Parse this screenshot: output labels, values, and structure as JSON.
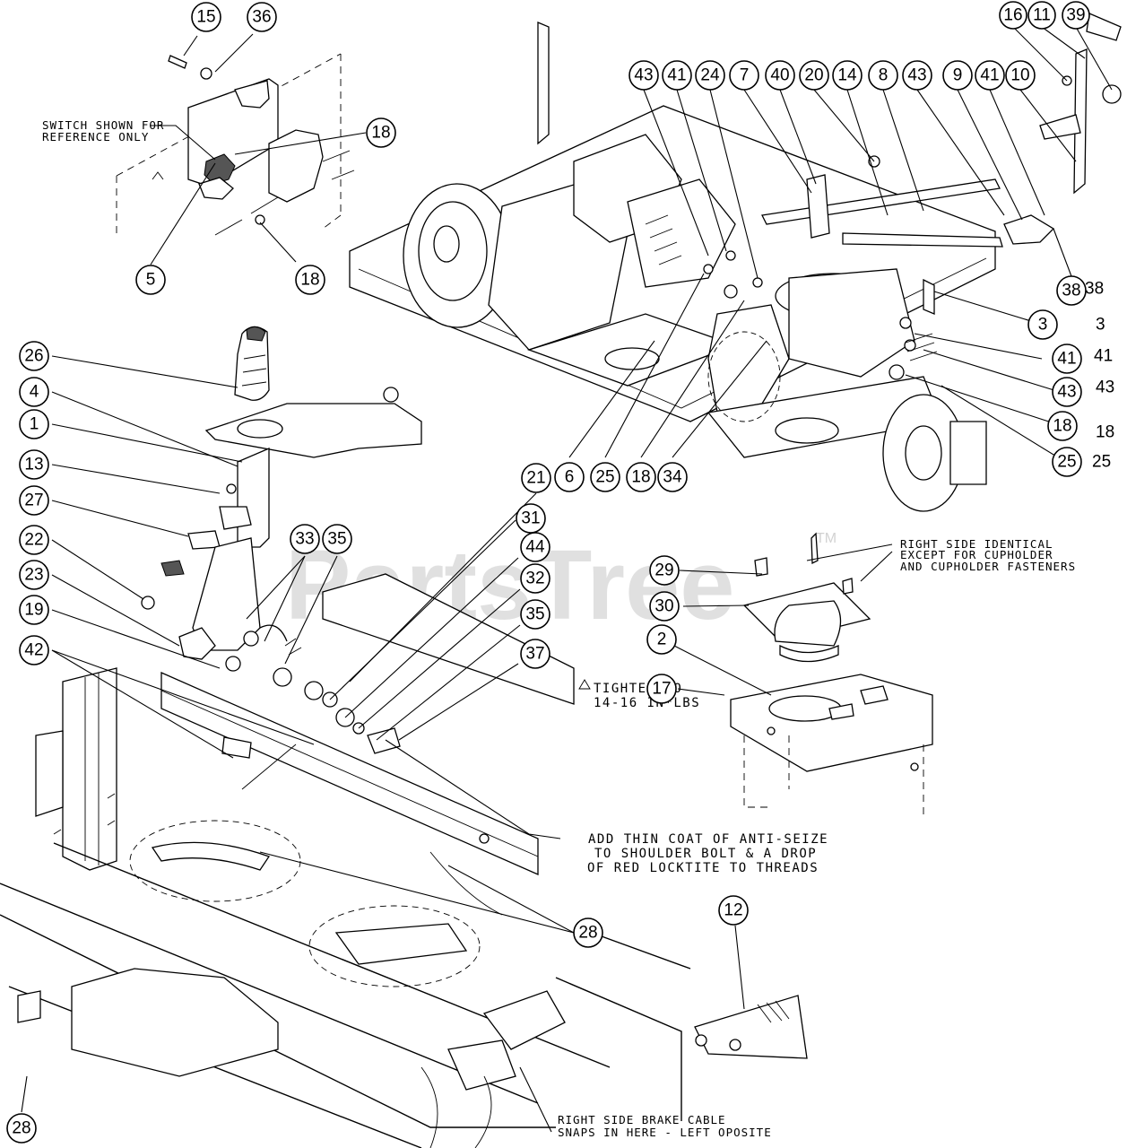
{
  "watermark": "PartsTree",
  "watermark_tm": "TM",
  "notes": {
    "switch_line1": "SWITCH SHOWN FOR",
    "switch_line2": "REFERENCE ONLY",
    "right_side_line1": "RIGHT SIDE IDENTICAL",
    "right_side_line2": "EXCEPT FOR CUPHOLDER",
    "right_side_line3": "AND CUPHOLDER FASTENERS",
    "torque_line1": "TIGHTEN TO",
    "torque_line2": "14-16 IN*LBS",
    "antiseize_line1": "ADD THIN COAT OF ANTI-SEIZE",
    "antiseize_line2": "TO SHOULDER BOLT & A DROP",
    "antiseize_line3": "OF RED LOCKTITE TO THREADS",
    "brake_line1": "RIGHT SIDE BRAKE CABLE",
    "brake_line2": "SNAPS IN HERE - LEFT OPOSITE"
  },
  "callouts": [
    {
      "id": "c15",
      "label": "15"
    },
    {
      "id": "c36",
      "label": "36"
    },
    {
      "id": "c18a",
      "label": "18"
    },
    {
      "id": "c5",
      "label": "5"
    },
    {
      "id": "c18b",
      "label": "18"
    },
    {
      "id": "c43a",
      "label": "43"
    },
    {
      "id": "c41a",
      "label": "41"
    },
    {
      "id": "c24",
      "label": "24"
    },
    {
      "id": "c7",
      "label": "7"
    },
    {
      "id": "c40",
      "label": "40"
    },
    {
      "id": "c20",
      "label": "20"
    },
    {
      "id": "c14",
      "label": "14"
    },
    {
      "id": "c8",
      "label": "8"
    },
    {
      "id": "c43b",
      "label": "43"
    },
    {
      "id": "c9",
      "label": "9"
    },
    {
      "id": "c41b",
      "label": "41"
    },
    {
      "id": "c10",
      "label": "10"
    },
    {
      "id": "c16",
      "label": "16"
    },
    {
      "id": "c11",
      "label": "11"
    },
    {
      "id": "c39",
      "label": "39"
    },
    {
      "id": "c38",
      "label": "38"
    },
    {
      "id": "c3",
      "label": "3"
    },
    {
      "id": "c41c",
      "label": "41"
    },
    {
      "id": "c43c",
      "label": "43"
    },
    {
      "id": "c18c",
      "label": "18"
    },
    {
      "id": "c25a",
      "label": "25"
    },
    {
      "id": "c26",
      "label": "26"
    },
    {
      "id": "c4",
      "label": "4"
    },
    {
      "id": "c1",
      "label": "1"
    },
    {
      "id": "c13",
      "label": "13"
    },
    {
      "id": "c27",
      "label": "27"
    },
    {
      "id": "c22",
      "label": "22"
    },
    {
      "id": "c23",
      "label": "23"
    },
    {
      "id": "c19",
      "label": "19"
    },
    {
      "id": "c42",
      "label": "42"
    },
    {
      "id": "c33",
      "label": "33"
    },
    {
      "id": "c35a",
      "label": "35"
    },
    {
      "id": "c21",
      "label": "21"
    },
    {
      "id": "c6",
      "label": "6"
    },
    {
      "id": "c25b",
      "label": "25"
    },
    {
      "id": "c18d",
      "label": "18"
    },
    {
      "id": "c34",
      "label": "34"
    },
    {
      "id": "c31",
      "label": "31"
    },
    {
      "id": "c44",
      "label": "44"
    },
    {
      "id": "c32",
      "label": "32"
    },
    {
      "id": "c35b",
      "label": "35"
    },
    {
      "id": "c37",
      "label": "37"
    },
    {
      "id": "c29",
      "label": "29"
    },
    {
      "id": "c30",
      "label": "30"
    },
    {
      "id": "c2",
      "label": "2"
    },
    {
      "id": "c17",
      "label": "17"
    },
    {
      "id": "c28a",
      "label": "28"
    },
    {
      "id": "c12",
      "label": "12"
    },
    {
      "id": "c28b",
      "label": "28"
    }
  ],
  "side_labels": [
    {
      "id": "s38",
      "label": "38"
    },
    {
      "id": "s3",
      "label": "3"
    },
    {
      "id": "s41",
      "label": "41"
    },
    {
      "id": "s43",
      "label": "43"
    },
    {
      "id": "s18",
      "label": "18"
    },
    {
      "id": "s25",
      "label": "25"
    }
  ]
}
